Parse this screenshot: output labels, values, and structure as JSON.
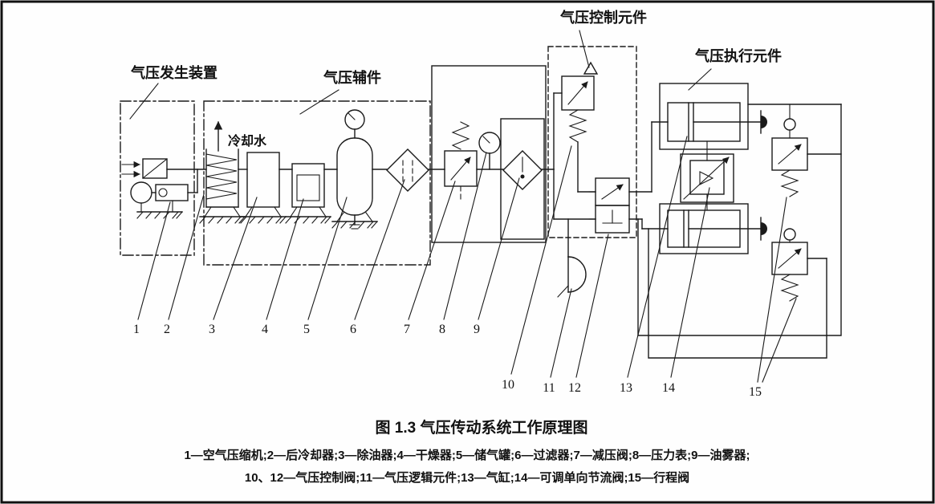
{
  "figure": {
    "caption": "图 1.3  气压传动系统工作原理图",
    "legend_line1": "1—空气压缩机;2—后冷却器;3—除油器;4—干燥器;5—储气罐;6—过滤器;7—减压阀;8—压力表;9—油雾器;",
    "legend_line2": "10、12—气压控制阀;11—气压逻辑元件;13—气缸;14—可调单向节流阀;15—行程阀"
  },
  "region_labels": {
    "generator": "气压发生装置",
    "auxiliary": "气压辅件",
    "control": "气压控制元件",
    "actuator": "气压执行元件"
  },
  "annotations": {
    "cooling_water": "冷却水"
  },
  "component_numbers": [
    "1",
    "2",
    "3",
    "4",
    "5",
    "6",
    "7",
    "8",
    "9",
    "10",
    "11",
    "12",
    "13",
    "14",
    "15"
  ]
}
